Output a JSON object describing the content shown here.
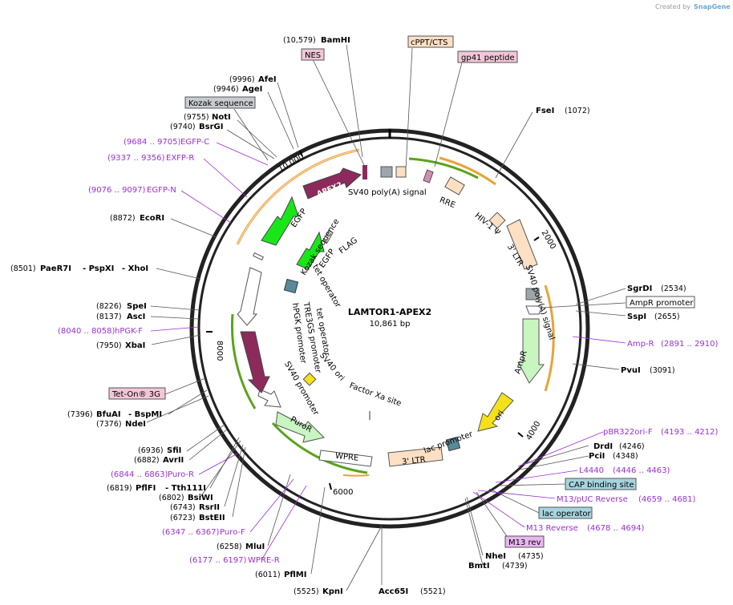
{
  "credit": {
    "prefix": "Created by",
    "brand": "SnapGene"
  },
  "plasmid": {
    "name": "LAMTOR1-APEX2",
    "size": "10,861 bp"
  },
  "ticks": [
    "2000",
    "4000",
    "6000",
    "8000",
    "10,000"
  ],
  "sites_left": [
    {
      "name": "BamHI",
      "pos": "(10,579)"
    },
    {
      "name": "AfeI",
      "pos": "(9996)"
    },
    {
      "name": "AgeI",
      "pos": "(9946)"
    },
    {
      "name": "NotI",
      "pos": "(9755)"
    },
    {
      "name": "BsrGI",
      "pos": "(9740)"
    },
    {
      "name": "EcoRI",
      "pos": "(8872)"
    },
    {
      "name": "PaeR7I",
      "pos": "(8501)",
      "extra": [
        "PspXI",
        "XhoI"
      ]
    },
    {
      "name": "SpeI",
      "pos": "(8226)"
    },
    {
      "name": "AscI",
      "pos": "(8137)"
    },
    {
      "name": "XbaI",
      "pos": "(7950)"
    },
    {
      "name": "BfuAI",
      "pos": "(7396)",
      "extra": [
        "BspMI"
      ]
    },
    {
      "name": "NdeI",
      "pos": "(7376)"
    },
    {
      "name": "SfiI",
      "pos": "(6936)"
    },
    {
      "name": "AvrII",
      "pos": "(6882)"
    },
    {
      "name": "PflFI",
      "pos": "(6819)",
      "extra": [
        "Tth111I"
      ]
    },
    {
      "name": "BsiWI",
      "pos": "(6802)"
    },
    {
      "name": "RsrII",
      "pos": "(6743)"
    },
    {
      "name": "BstEII",
      "pos": "(6723)"
    },
    {
      "name": "MluI",
      "pos": "(6258)"
    },
    {
      "name": "PflMI",
      "pos": "(6011)"
    },
    {
      "name": "KpnI",
      "pos": "(5525)"
    }
  ],
  "sites_right": [
    {
      "name": "FseI",
      "pos": "(1072)"
    },
    {
      "name": "SgrDI",
      "pos": "(2534)"
    },
    {
      "name": "SspI",
      "pos": "(2655)"
    },
    {
      "name": "PvuI",
      "pos": "(3091)"
    },
    {
      "name": "DrdI",
      "pos": "(4246)"
    },
    {
      "name": "PciI",
      "pos": "(4348)"
    },
    {
      "name": "NheI",
      "pos": "(4735)"
    },
    {
      "name": "BmtI",
      "pos": "(4739)"
    },
    {
      "name": "Acc65I",
      "pos": "(5521)"
    }
  ],
  "primers_left": [
    {
      "range": "(9684 .. 9705)",
      "name": "EGFP-C"
    },
    {
      "range": "(9337 .. 9356)",
      "name": "EXFP-R"
    },
    {
      "range": "(9076 .. 9097)",
      "name": "EGFP-N"
    },
    {
      "range": "(8040 .. 8058)",
      "name": "hPGK-F"
    },
    {
      "range": "(6844 .. 6863)",
      "name": "Puro-R"
    },
    {
      "range": "(6347 .. 6367)",
      "name": "Puro-F"
    },
    {
      "range": "(6177 .. 6197)",
      "name": "WPRE-R"
    }
  ],
  "primers_right": [
    {
      "name": "Amp-R",
      "range": "(2891 .. 2910)"
    },
    {
      "name": "pBR322ori-F",
      "range": "(4193 .. 4212)"
    },
    {
      "name": "L4440",
      "range": "(4446 .. 4463)"
    },
    {
      "name": "M13/pUC Reverse",
      "range": "(4659 .. 4681)"
    },
    {
      "name": "M13 Reverse",
      "range": "(4678 .. 4694)"
    }
  ],
  "boxed_labels": [
    "NES",
    "cPPT/CTS",
    "gp41 peptide",
    "Kozak sequence",
    "AmpR promoter",
    "Tet-On® 3G",
    "CAP binding site",
    "lac operator",
    "M13 rev"
  ],
  "features_inner": [
    "APEX2",
    "SV40 poly(A) signal",
    "RRE",
    "HIV-1 Ψ",
    "3' LTR",
    "SV40 poly(A) signal",
    "AmpR",
    "ori",
    "lac promoter",
    "3' LTR",
    "WPRE",
    "PuroR",
    "SV40 promoter",
    "TRE3GS promoter",
    "hPGK promoter",
    "Kozak sequence",
    "EGFP",
    "EGFP",
    "FLAG",
    "tet operator",
    "tet operator",
    "SV40 ori",
    "Factor Xa site"
  ],
  "colors": {
    "primer": "#9b2fd6",
    "egfp": "#19e619",
    "apex2": "#8c2a5b",
    "ori": "#f5e11a",
    "ampr": "#c8f5c0",
    "lt_orange": "#fde0c4",
    "orange": "#e8a33a"
  }
}
